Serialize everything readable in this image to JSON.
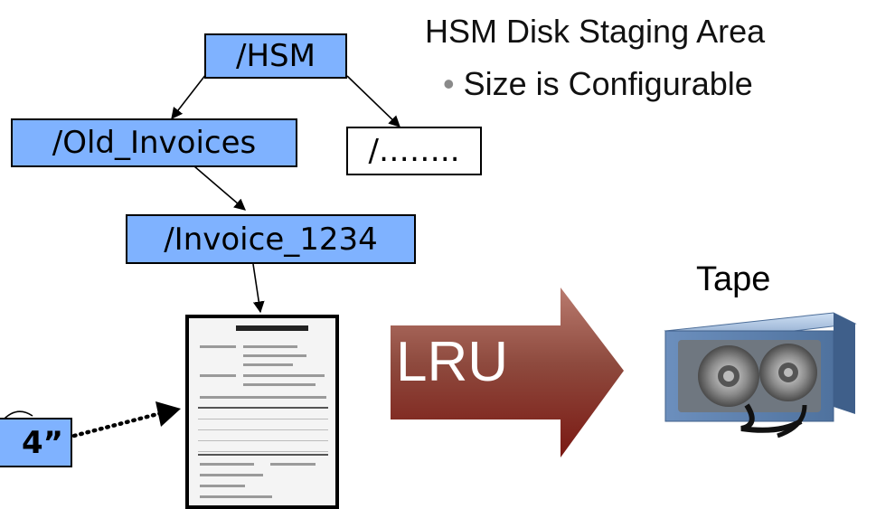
{
  "staging": {
    "title": "HSM Disk Staging Area",
    "bullet": "Size is Configurable"
  },
  "tree": {
    "root": "/HSM",
    "old_invoices": "/Old_Invoices",
    "other": "/……..",
    "invoice": "/Invoice_1234"
  },
  "file_label": "4”",
  "lru_label": "LRU",
  "tape_label": "Tape",
  "colors": {
    "box_fill": "#7fb2ff",
    "arrow_top": "#b97a6e",
    "arrow_bottom": "#7a1812"
  }
}
